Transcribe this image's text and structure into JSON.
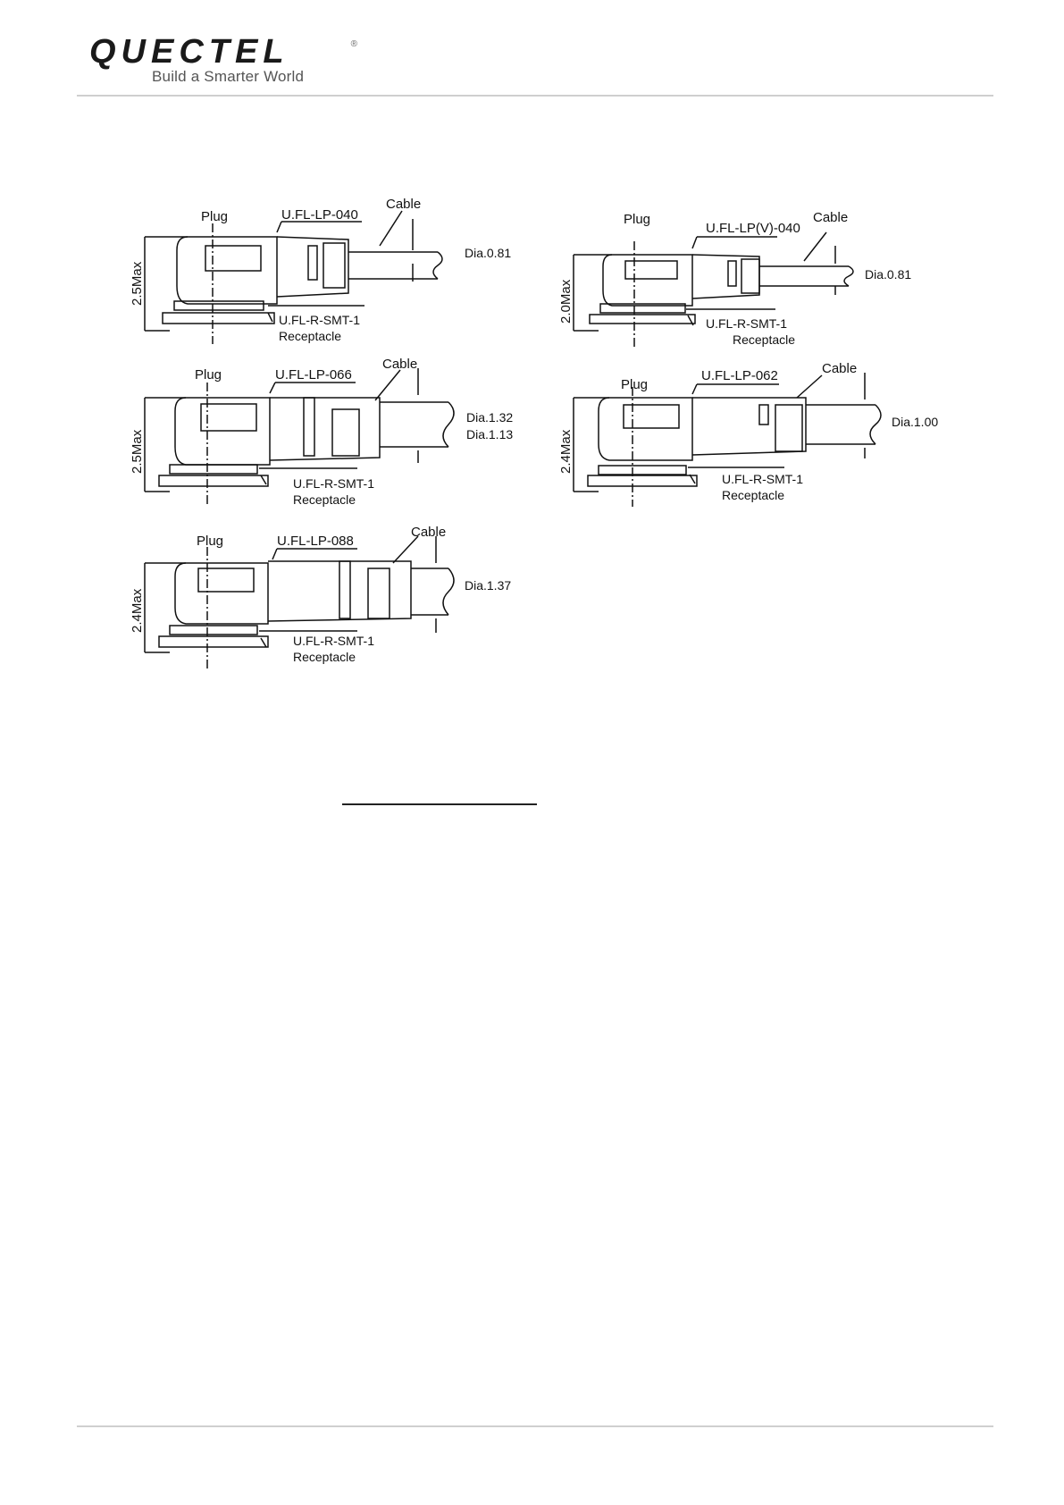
{
  "header": {
    "logo_text": "QUECTEL",
    "logo_registered": "®",
    "tagline": "Build a Smarter World"
  },
  "figure": {
    "diagrams": [
      {
        "plug_label": "Plug",
        "part_label": "U.FL-LP-040",
        "cable_label": "Cable",
        "height_label": "2.5Max",
        "dia_labels": [
          "Dia.0.81"
        ],
        "receptacle_part": "U.FL-R-SMT-1",
        "receptacle_label": "Receptacle"
      },
      {
        "plug_label": "Plug",
        "part_label": "U.FL-LP(V)-040",
        "cable_label": "Cable",
        "height_label": "2.0Max",
        "dia_labels": [
          "Dia.0.81"
        ],
        "receptacle_part": "U.FL-R-SMT-1",
        "receptacle_label": "Receptacle"
      },
      {
        "plug_label": "Plug",
        "part_label": "U.FL-LP-066",
        "cable_label": "Cable",
        "height_label": "2.5Max",
        "dia_labels": [
          "Dia.1.32",
          "Dia.1.13"
        ],
        "receptacle_part": "U.FL-R-SMT-1",
        "receptacle_label": "Receptacle"
      },
      {
        "plug_label": "Plug",
        "part_label": "U.FL-LP-062",
        "cable_label": "Cable",
        "height_label": "2.4Max",
        "dia_labels": [
          "Dia.1.00"
        ],
        "receptacle_part": "U.FL-R-SMT-1",
        "receptacle_label": "Receptacle"
      },
      {
        "plug_label": "Plug",
        "part_label": "U.FL-LP-088",
        "cable_label": "Cable",
        "height_label": "2.4Max",
        "dia_labels": [
          "Dia.1.37"
        ],
        "receptacle_part": "U.FL-R-SMT-1",
        "receptacle_label": "Receptacle"
      }
    ]
  }
}
